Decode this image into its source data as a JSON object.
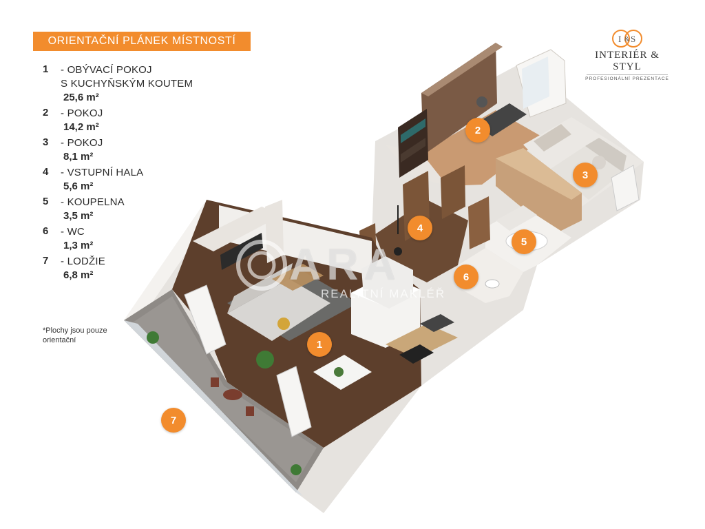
{
  "header": {
    "title": "ORIENTAČNÍ PLÁNEK MÍSTNOSTÍ"
  },
  "rooms": [
    {
      "num": "1",
      "name": "- OBÝVACÍ POKOJ\nS KUCHYŇSKÝM KOUTEM",
      "area": "25,6 m²"
    },
    {
      "num": "2",
      "name": "- POKOJ",
      "area": "14,2 m²"
    },
    {
      "num": "3",
      "name": "- POKOJ",
      "area": "8,1 m²"
    },
    {
      "num": "4",
      "name": "- VSTUPNÍ HALA",
      "area": "5,6 m²"
    },
    {
      "num": "5",
      "name": "- KOUPELNA",
      "area": "3,5 m²"
    },
    {
      "num": "6",
      "name": "- WC",
      "area": "1,3 m²"
    },
    {
      "num": "7",
      "name": "- LODŽIE",
      "area": "6,8 m²"
    }
  ],
  "note": "*Plochy jsou pouze orientační",
  "logo": {
    "monogram": "I&S",
    "name": "INTERIÉR & STYL",
    "subtitle": "PROFESIONÁLNÍ PREZENTACE"
  },
  "watermark": {
    "word": "ARA",
    "subtitle": "REALITNÍ MAKLÉŘ"
  },
  "markers": [
    "1",
    "2",
    "3",
    "4",
    "5",
    "6",
    "7"
  ],
  "colors": {
    "accent": "#f28c2d",
    "wood_floor": "#6b4a33",
    "light_floor": "#c99a72",
    "wall": "#f1efec"
  }
}
